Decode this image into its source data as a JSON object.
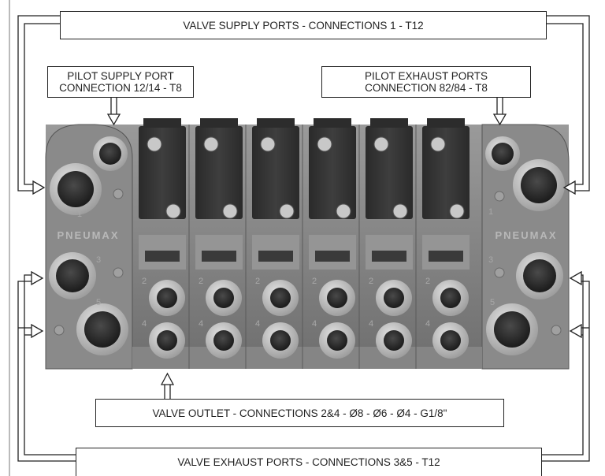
{
  "labels": {
    "valve_supply": "VALVE SUPPLY PORTS - CONNECTIONS 1 - T12",
    "pilot_supply_line1": "PILOT SUPPLY PORT",
    "pilot_supply_line2": "CONNECTION 12/14 - T8",
    "pilot_exhaust_line1": "PILOT EXHAUST PORTS",
    "pilot_exhaust_line2": "CONNECTION 82/84 - T8",
    "valve_outlet": "VALVE OUTLET - CONNECTIONS 2&4 - Ø8 - Ø6 - Ø4 - G1/8\"",
    "valve_exhaust": "VALVE EXHAUST PORTS - CONNECTIONS 3&5 - T12"
  },
  "manifold": {
    "brand_left": "PNEUMAX",
    "brand_right": "PNEUMAX",
    "port_marks": {
      "supply": "1",
      "exhaust_a": "3",
      "exhaust_b": "5",
      "outlet_a": "2",
      "outlet_b": "4"
    },
    "valve_count": 6
  },
  "colors": {
    "body": "#7c7c7c",
    "body_light": "#a3a3a3",
    "coil": "#333333",
    "port_ring": "#bdbdbd",
    "port_hole": "#262626",
    "line": "#222222"
  }
}
